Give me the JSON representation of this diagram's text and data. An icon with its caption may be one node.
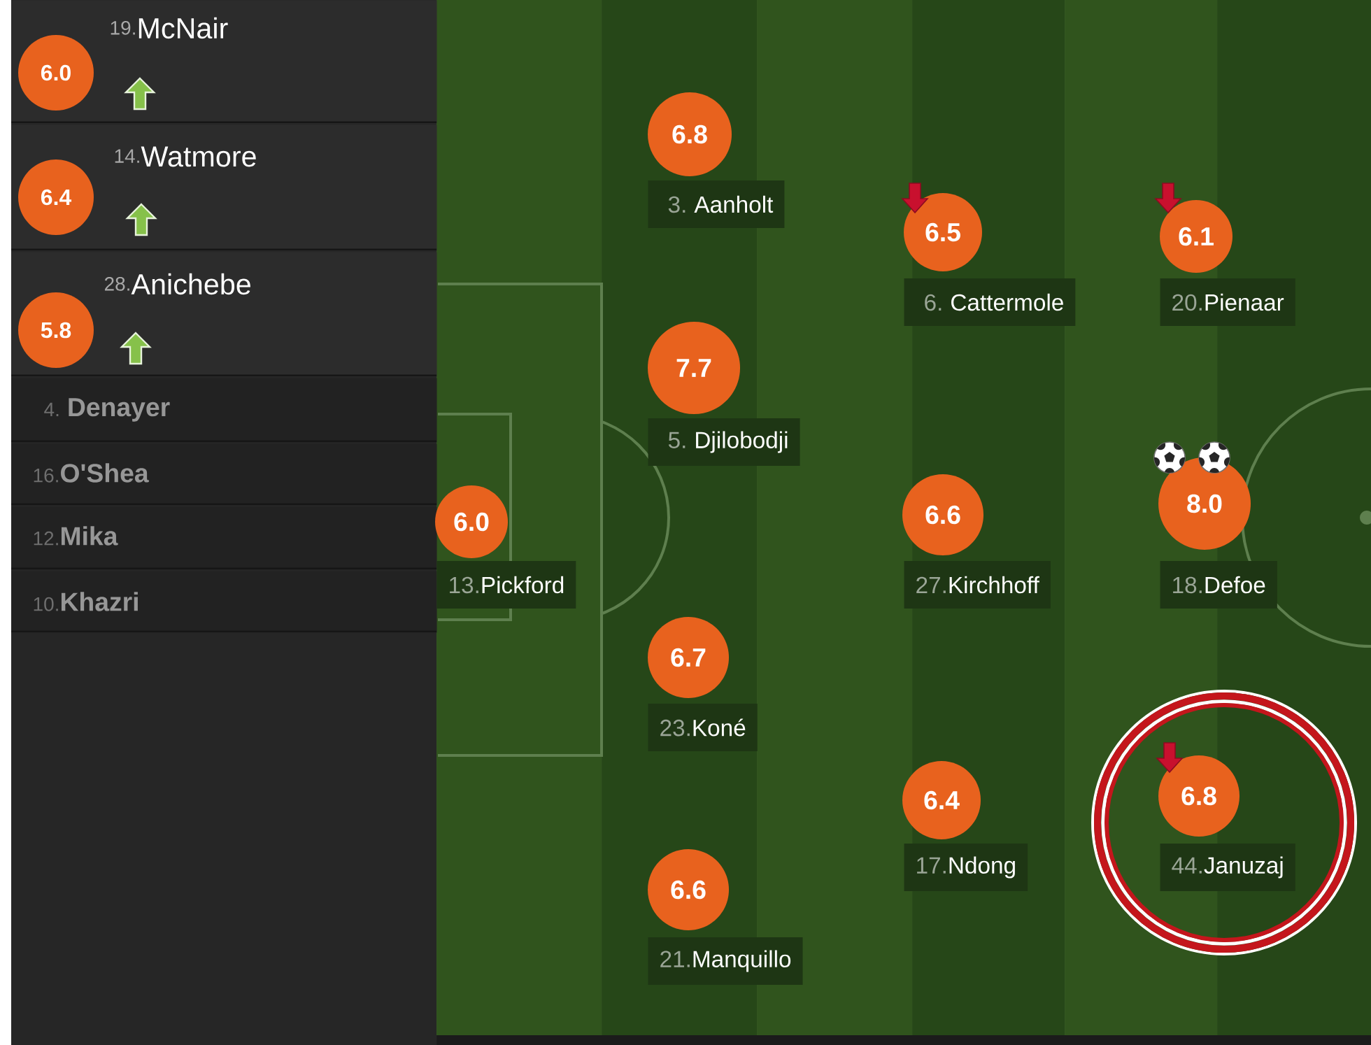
{
  "diagram": {
    "nodes": [
      {
        "text": [
          "19.",
          "McNair"
        ]
      },
      {
        "text": [
          "6.0"
        ],
        "in": 0
      },
      {
        "text": [
          "14.",
          "Watmore"
        ]
      },
      {
        "text": [
          "6.4"
        ],
        "in": 2
      },
      {
        "text": [
          "28.",
          "Anichebe"
        ]
      },
      {
        "text": [
          "5.8"
        ],
        "in": 4
      },
      {
        "text": [
          "4.",
          "Denayer"
        ]
      },
      {
        "text": [
          "16.",
          "O'Shea"
        ]
      },
      {
        "text": [
          "12.",
          "Mika"
        ]
      },
      {
        "text": [
          "10.",
          "Khazri"
        ]
      },
      {
        "text": [
          "6.0"
        ],
        "beside": [
          "13.",
          "Pickford"
        ]
      },
      {
        "text": [
          "6.8"
        ],
        "beside": [
          "3.",
          "Aanholt"
        ]
      },
      {
        "text": [
          "7.7"
        ],
        "beside": [
          "5.",
          "Djilobodji"
        ]
      },
      {
        "text": [
          "6.7"
        ],
        "beside": [
          "23.",
          "Koné"
        ]
      },
      {
        "text": [
          "6.6"
        ],
        "beside": [
          "21.",
          "Manquillo"
        ]
      },
      {
        "text": [
          "6.5"
        ],
        "beside": [
          "6.",
          "Cattermole"
        ]
      },
      {
        "text": [
          "6.6"
        ],
        "beside": [
          "27.",
          "Kirchhoff"
        ]
      },
      {
        "text": [
          "6.4"
        ],
        "beside": [
          "17.",
          "Ndong"
        ]
      },
      {
        "text": [
          "6.1"
        ],
        "beside": [
          "20.",
          "Pienaar"
        ]
      },
      {
        "text": [
          "8.0"
        ],
        "beside": [
          "18.",
          "Defoe"
        ]
      },
      {
        "text": [
          "6.8"
        ],
        "beside": [
          "44.",
          "Januzaj"
        ]
      }
    ]
  }
}
